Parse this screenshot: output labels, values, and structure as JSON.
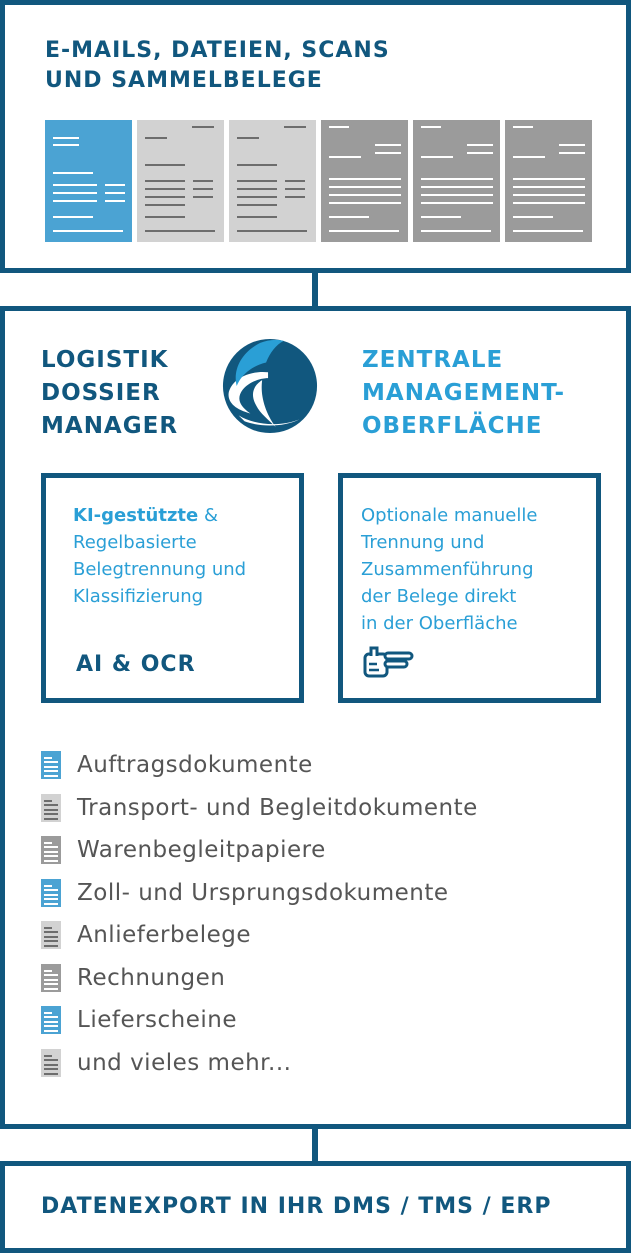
{
  "colors": {
    "dark_blue": "#11577e",
    "accent_blue": "#2a9fd6",
    "doc_blue": "#4ba3d3",
    "doc_light": "#d2d2d2",
    "doc_gray": "#9b9b9b",
    "text_gray": "#555555"
  },
  "input_section": {
    "title_lines": [
      "E-MAILS, DATEIEN, SCANS",
      "UND SAMMELBELEGE"
    ],
    "document_icons": [
      "document-blue-icon",
      "document-light-gray-icon",
      "document-light-gray-icon",
      "document-gray-icon",
      "document-gray-icon",
      "document-gray-icon"
    ]
  },
  "manager_section": {
    "left_heading_lines": [
      "LOGISTIK",
      "DOSSIER",
      "MANAGER"
    ],
    "logo_icon": "globe-logo-icon",
    "right_heading_lines": [
      "ZENTRALE",
      "MANAGEMENT-",
      "OBERFLÄCHE"
    ],
    "ki_box": {
      "strong": "KI-gestützte",
      "amp": " &",
      "lines": [
        "Regelbasierte",
        "Belegtrennung und",
        "Klassifizierung"
      ],
      "label": "AI & OCR"
    },
    "manual_box": {
      "lines": [
        "Optionale manuelle",
        "Trennung und",
        "Zusammenführung",
        "der Belege direkt",
        "in der Oberfläche"
      ],
      "icon": "pointing-hand-icon"
    },
    "document_types": [
      {
        "label": "Auftragsdokumente",
        "icon": "document-blue-icon"
      },
      {
        "label": "Transport- und Begleitdokumente",
        "icon": "document-light-gray-icon"
      },
      {
        "label": "Warenbegleitpapiere",
        "icon": "document-gray-icon"
      },
      {
        "label": "Zoll- und Ursprungsdokumente",
        "icon": "document-blue-icon"
      },
      {
        "label": "Anlieferbelege",
        "icon": "document-light-gray-icon"
      },
      {
        "label": "Rechnungen",
        "icon": "document-gray-icon"
      },
      {
        "label": "Lieferscheine",
        "icon": "document-blue-icon"
      },
      {
        "label": "und vieles mehr...",
        "icon": "document-light-gray-icon"
      }
    ]
  },
  "export_section": {
    "title": "DATENEXPORT IN IHR DMS / TMS / ERP"
  }
}
